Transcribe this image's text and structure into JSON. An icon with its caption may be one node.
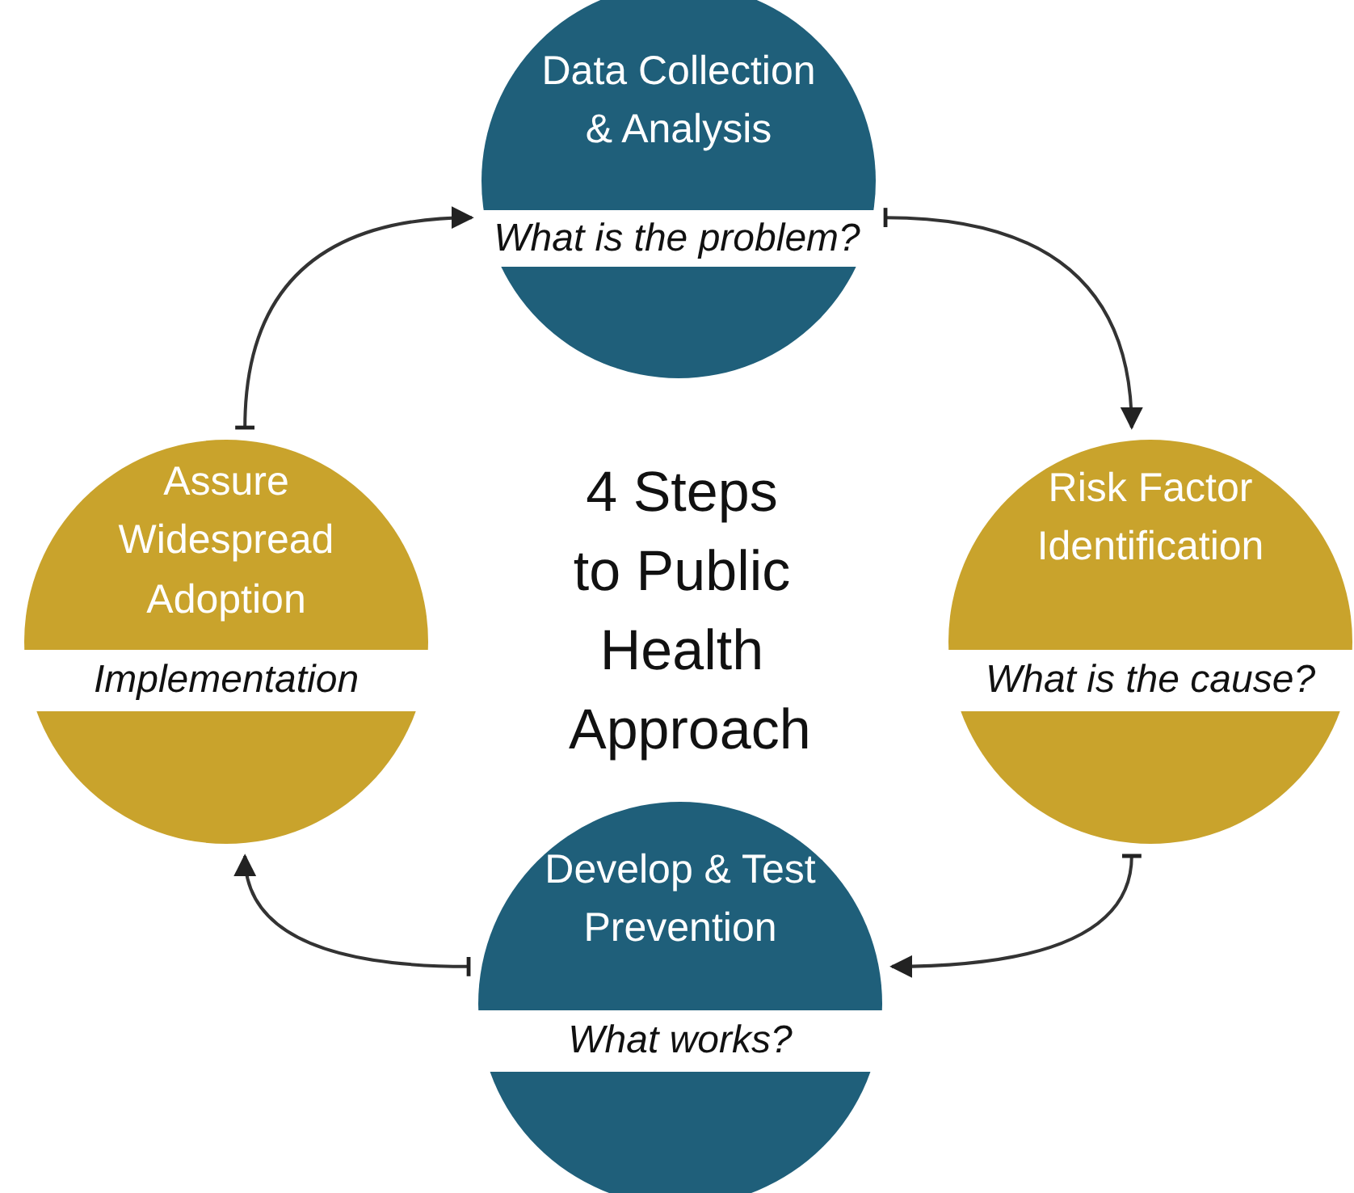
{
  "diagram": {
    "title": "4 Steps to Public Health Approach",
    "nodes": [
      {
        "text": [
          "Data Collection & Analysis",
          "What is the problem?"
        ]
      },
      {
        "text": [
          "Risk Factor Identification",
          "What is the cause?"
        ]
      },
      {
        "text": [
          "Develop & Test Prevention",
          "What works?"
        ]
      },
      {
        "text": [
          "Assure Widespread Adoption",
          "Implementation"
        ]
      }
    ],
    "edges": [
      {
        "from": 0,
        "to": 1,
        "arrow": "to"
      },
      {
        "from": 1,
        "to": 2,
        "arrow": "to"
      },
      {
        "from": 2,
        "to": 3,
        "arrow": "to"
      },
      {
        "from": 3,
        "to": 0,
        "arrow": "to"
      }
    ]
  }
}
